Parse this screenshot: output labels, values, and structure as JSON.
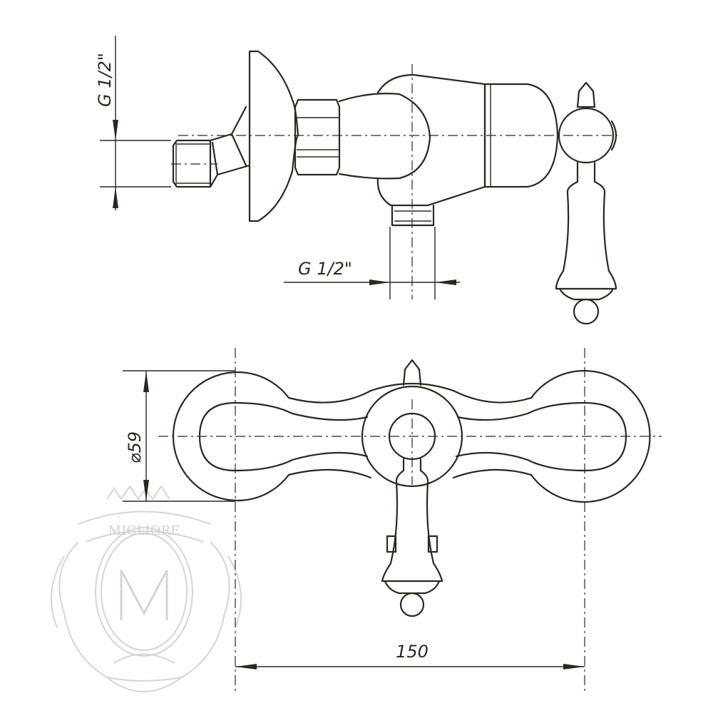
{
  "drawing": {
    "side_view": {
      "inlet_thread_label": "G 1/2\"",
      "outlet_thread_label": "G 1/2\""
    },
    "front_view": {
      "flange_diameter_label": "⌀59",
      "center_distance_label": "150"
    },
    "watermark": {
      "brand": "MIGLIORE",
      "monogram": "M",
      "color": "#d3d5d6"
    },
    "line_color": "#2b2820"
  }
}
